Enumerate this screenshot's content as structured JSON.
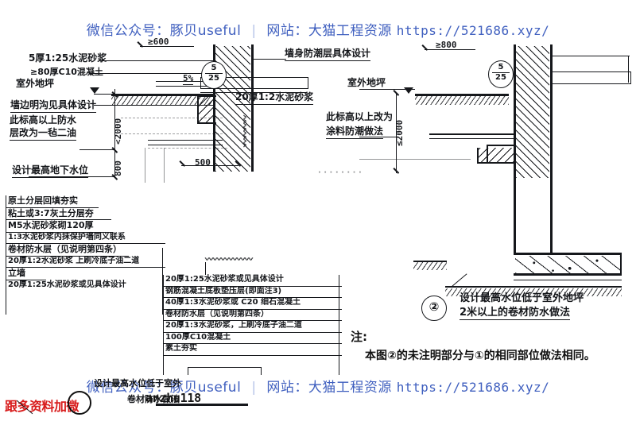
{
  "watermark": {
    "wechat_label": "微信公众号：豚贝useful",
    "separator": "|",
    "site_label": "网站：大猫工程资源",
    "url": "https://521686.xyz/"
  },
  "stamp": {
    "text": "跟多资料加微",
    "ring_char": "微",
    "wechat_id": "anzhu118"
  },
  "detail_left": {
    "mortar_top": "5厚1:25水泥砂浆",
    "concrete_base": "≥80厚C10混凝土",
    "outdoor_grade": "室外地坪",
    "gutter_note": "墙边明沟见具体设计",
    "waterproof_note_1": "此标高以上防水",
    "waterproof_note_2": "层改为一毡二油",
    "water_table": "设计最高地下水位",
    "dim_le2000": "≤2000",
    "dim_800": "800",
    "dim_500": "500",
    "dim_ge800": "≥800",
    "dim_600": "≥600",
    "dim_slope": "5%",
    "bubble_top": "5",
    "bubble_bottom": "25",
    "dim_c2000": "<2000"
  },
  "detail_right": {
    "damp_course": "墙身防潮层具体设计",
    "mortar_20": "20厚1:2水泥砂浆",
    "outdoor_grade": "室外地坪",
    "coating_note_1": "此标高以上改为",
    "coating_note_2": "涂料防潮做法",
    "dim_le2000": "≤2000",
    "dim_ge800": "≥800",
    "bubble_top": "5",
    "bubble_bottom": "25"
  },
  "spec_left": {
    "rows": [
      "原土分层回填夯实",
      "粘土或3:7灰土分层夯",
      "M5水泥砂浆砌120厚",
      "1:3水泥砂浆内抹保护墙同义联系",
      "卷材防水层（见说明第四条）",
      "20厚1:2水泥砂浆 上刷冷底子油二道",
      "立墙",
      "20厚1:25水泥砂浆或见具体设计"
    ]
  },
  "spec_center": {
    "rows": [
      "20厚1:25水泥砂浆或见具体设计",
      "钢筋混凝土底板垫压层(即面注3)",
      "40厚1:3水泥砂浆或 C20 细石混凝土",
      "卷材防水层（见说明第四条）",
      "20厚1:3水泥砂浆，上刷冷底子油二道",
      "100厚C10混凝土",
      "素土夯实"
    ]
  },
  "title_block": {
    "number": "②",
    "line1": "设计最高水位低于室外地坪",
    "line2": "2米以上的卷材防水做法"
  },
  "note": {
    "label": "注:",
    "text": "本图②的未注明部分与①的相同部位做法相同。"
  }
}
